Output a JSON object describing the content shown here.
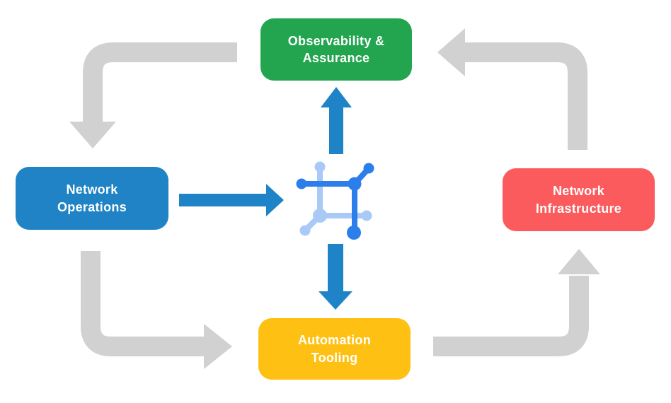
{
  "palette": {
    "background": "#FFFFFF",
    "cycle_arrow": "#D1D1D1",
    "platform_arrow": "#1F83C8",
    "icon_primary": "#2C7EEA",
    "icon_secondary": "#A9C9F7"
  },
  "nodes": {
    "observability": {
      "line1": "Observability &",
      "line2": "Assurance",
      "color": "#23A550"
    },
    "operations": {
      "line1": "Network",
      "line2": "Operations",
      "color": "#1F83C5"
    },
    "infrastructure": {
      "line1": "Network",
      "line2": "Infrastructure",
      "color": "#FC5B5E"
    },
    "automation": {
      "line1": "Automation",
      "line2": "Tooling",
      "color": "#FFC014"
    }
  },
  "icon": {
    "name": "network-mesh-icon"
  },
  "flows": [
    {
      "from": "Observability & Assurance",
      "to": "Network Operations",
      "style": "gray-cycle"
    },
    {
      "from": "Network Operations",
      "to": "Automation Tooling",
      "style": "gray-cycle"
    },
    {
      "from": "Automation Tooling",
      "to": "Network Infrastructure",
      "style": "gray-cycle"
    },
    {
      "from": "Network Infrastructure",
      "to": "Observability & Assurance",
      "style": "gray-cycle"
    },
    {
      "from": "Network Operations",
      "to": "network-mesh-icon",
      "style": "blue"
    },
    {
      "from": "network-mesh-icon",
      "to": "Observability & Assurance",
      "style": "blue"
    },
    {
      "from": "network-mesh-icon",
      "to": "Automation Tooling",
      "style": "blue"
    }
  ]
}
